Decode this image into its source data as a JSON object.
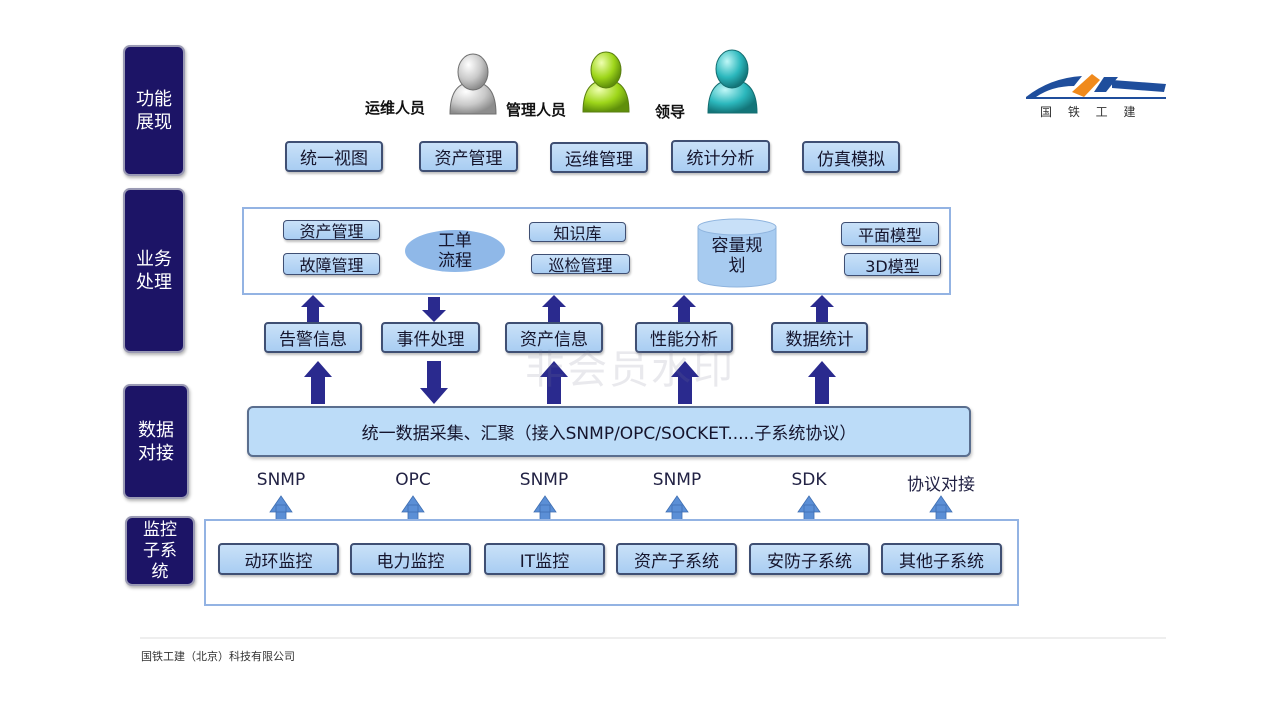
{
  "layers": {
    "function": "功能展现",
    "business": "业务处理",
    "data": "数据对接",
    "monitor": "监控子系统"
  },
  "users": {
    "ops": "运维人员",
    "manager": "管理人员",
    "leader": "领导"
  },
  "functions": [
    "统一视图",
    "资产管理",
    "运维管理",
    "统计分析",
    "仿真模拟"
  ],
  "business": {
    "asset_mgmt": "资产管理",
    "fault_mgmt": "故障管理",
    "workflow_line1": "工单",
    "workflow_line2": "流程",
    "knowledge": "知识库",
    "inspection": "巡检管理",
    "capacity_line1": "容量规",
    "capacity_line2": "划",
    "plane_model": "平面模型",
    "model_3d": "3D模型"
  },
  "middle": [
    "告警信息",
    "事件处理",
    "资产信息",
    "性能分析",
    "数据统计"
  ],
  "collect": "统一数据采集、汇聚（接入SNMP/OPC/SOCKET.....子系统协议）",
  "protocols": [
    "SNMP",
    "OPC",
    "SNMP",
    "SNMP",
    "SDK",
    "协议对接"
  ],
  "subsystems": [
    "动环监控",
    "电力监控",
    "IT监控",
    "资产子系统",
    "安防子系统",
    "其他子系统"
  ],
  "logo": {
    "chars": "国 铁 工 建",
    "colors": [
      "#1f4e9c",
      "#f08a1c"
    ]
  },
  "footer": "国铁工建（北京）科技有限公司",
  "watermark": "非会员水印",
  "colors": {
    "layer_bg": "#1c1466",
    "arrow_dark": "#2a2a8e",
    "arrow_light": "#5b8fd6"
  }
}
